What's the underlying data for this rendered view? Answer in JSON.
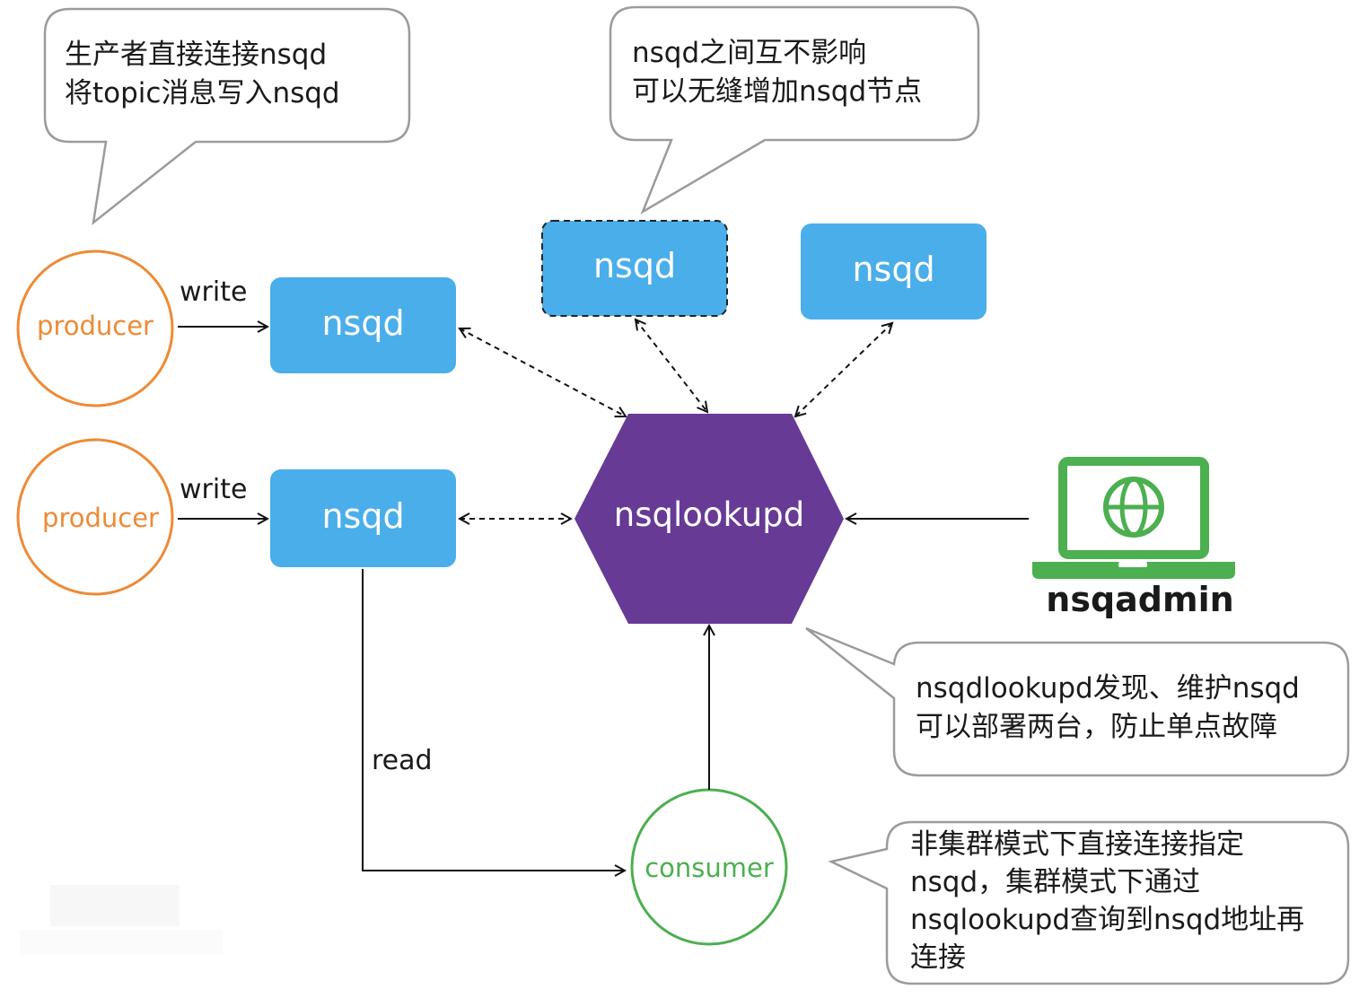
{
  "callouts": {
    "producer_note": [
      "生产者直接连接nsqd",
      "将topic消息写入nsqd"
    ],
    "nsqd_note": [
      "nsqd之间互不影响",
      "可以无缝增加nsqd节点"
    ],
    "lookup_note": [
      "nsqdlookupd发现、维护nsqd",
      "可以部署两台，防止单点故障"
    ],
    "consumer_note": [
      "非集群模式下直接连接指定",
      "nsqd，集群模式下通过",
      "nsqlookupd查询到nsqd地址再",
      "连接"
    ]
  },
  "producers": [
    {
      "label": "producer",
      "edge_label": "write"
    },
    {
      "label": "producer",
      "edge_label": "write"
    }
  ],
  "nsqd_nodes": [
    {
      "label": "nsqd",
      "style": "solid"
    },
    {
      "label": "nsqd",
      "style": "solid"
    },
    {
      "label": "nsqd",
      "style": "dashed"
    },
    {
      "label": "nsqd",
      "style": "solid"
    }
  ],
  "lookupd": {
    "label": "nsqlookupd"
  },
  "admin": {
    "label": "nsqadmin",
    "icon": "laptop-globe-icon"
  },
  "consumer": {
    "label": "consumer",
    "edge_label": "read"
  },
  "colors": {
    "nsqd": "#4aaeea",
    "lookupd": "#673a96",
    "producer": "#ee8a35",
    "consumer": "#4caf50",
    "admin": "#4caf50",
    "bubble_border": "#9b9b9b"
  }
}
